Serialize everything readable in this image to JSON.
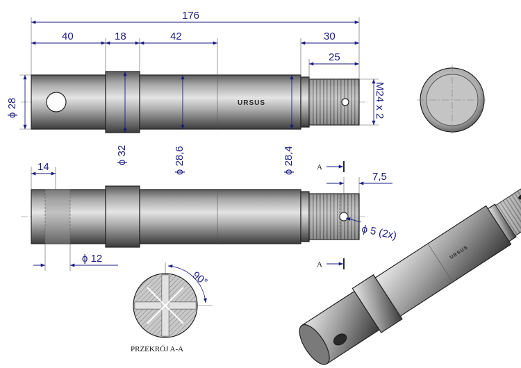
{
  "dimensions": {
    "overall_length": "176",
    "len_40": "40",
    "len_18": "18",
    "len_42": "42",
    "len_30": "30",
    "len_25": "25",
    "dia_28": "ϕ 28",
    "dia_32": "ϕ 32",
    "dia_28_6": "ϕ 28,6",
    "dia_28_4": "ϕ 28,4",
    "thread": "M24 x 2",
    "len_14": "14",
    "len_7_5": "7,5",
    "dia_12": "ϕ 12",
    "dia_5": "ϕ 5  (2x)",
    "angle_90": "90°"
  },
  "labels": {
    "brand_logo": "URSUS",
    "brand_logo_small": "URSUS",
    "section_mark_top": "A",
    "section_mark_bottom": "A",
    "section_title": "PRZEKRÓJ A-A"
  },
  "colors": {
    "dimension": "#1a1a80",
    "steel_light": "#d6d6d6",
    "steel_mid": "#9a9a9a",
    "steel_dark": "#4a4a4a"
  }
}
